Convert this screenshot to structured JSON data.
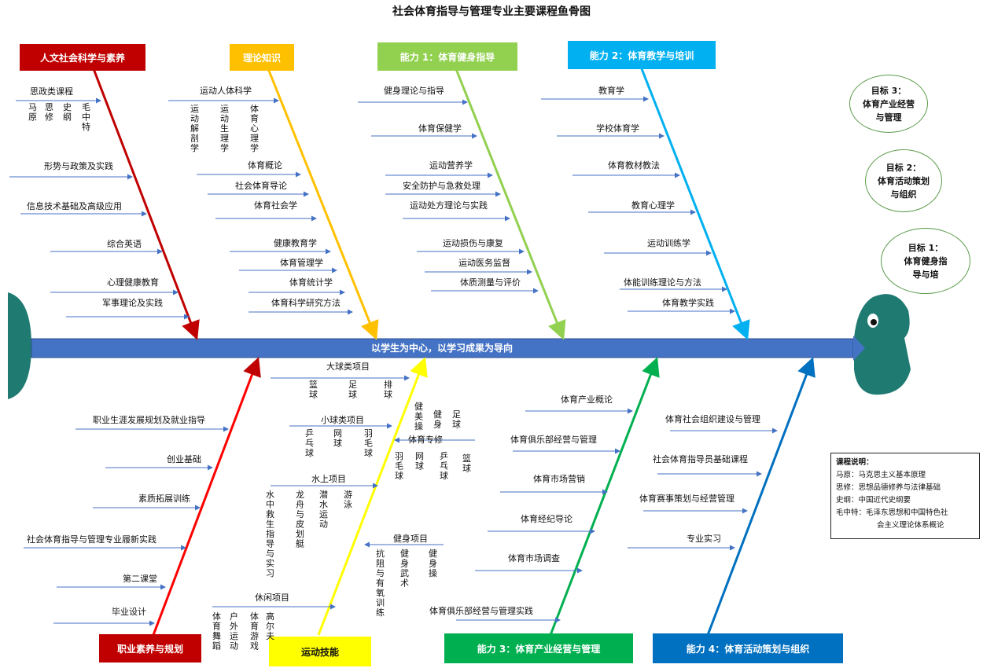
{
  "title": "社会体育指导与管理专业主要课程鱼骨图",
  "spine_label": "以学生为中心，以学习成果为导向",
  "top_boxes": [
    {
      "label": "人文社会科学与素养",
      "bg": "#c00000",
      "fg": "#ffffff"
    },
    {
      "label": "理论知识",
      "bg": "#ffc000",
      "fg": "#ffffff"
    },
    {
      "label": "能力 1：体育健身指导",
      "bg": "#92d050",
      "fg": "#ffffff"
    },
    {
      "label": "能力 2：体育教学与培训",
      "bg": "#00b0f0",
      "fg": "#ffffff"
    }
  ],
  "bottom_boxes": [
    {
      "label": "职业素养与规划",
      "bg": "#c00000",
      "fg": "#ffffff"
    },
    {
      "label": "运动技能",
      "bg": "#ffff00",
      "fg": "#111111"
    },
    {
      "label": "能力 3：体育产业经营与管理",
      "bg": "#00b050",
      "fg": "#ffffff"
    },
    {
      "label": "能力 4：体育活动策划与组织",
      "bg": "#0070c0",
      "fg": "#ffffff"
    }
  ],
  "bone1": {
    "items": [
      "思政类课程",
      "形势与政策及实践",
      "信息技术基础及高级应用",
      "综合英语",
      "心理健康教育",
      "军事理论及实践"
    ],
    "sub": [
      "马原",
      "思修",
      "史纲",
      "毛中特"
    ]
  },
  "bone2": {
    "items": [
      "运动人体科学",
      "体育概论",
      "社会体育导论",
      "体育社会学",
      "健康教育学",
      "体育管理学",
      "体育统计学",
      "体育科学研究方法"
    ],
    "sub": [
      "运动解剖学",
      "运动生理学",
      "体育心理学"
    ]
  },
  "bone3": {
    "items": [
      "健身理论与指导",
      "体育保健学",
      "运动营养学",
      "安全防护与急救处理",
      "运动处方理论与实践",
      "运动损伤与康复",
      "运动医务监督",
      "体质测量与评价"
    ]
  },
  "bone4": {
    "items": [
      "教育学",
      "学校体育学",
      "体育教材教法",
      "教育心理学",
      "运动训练学",
      "体能训练理论与方法",
      "体育教学实践"
    ]
  },
  "bone5": {
    "items": [
      "职业生涯发展规划及就业指导",
      "创业基础",
      "素质拓展训练",
      "社会体育指导与管理专业履新实践",
      "第二课堂",
      "毕业设计"
    ]
  },
  "bone6": {
    "groups": [
      {
        "label": "大球类项目",
        "sub": [
          "篮球",
          "足球",
          "排球"
        ]
      },
      {
        "label": "小球类项目",
        "sub": [
          "乒乓球",
          "网球",
          "羽毛球"
        ]
      },
      {
        "label": "水上项目",
        "sub": [
          "水中救生指导与实习",
          "龙舟与皮划艇",
          "潜水运动",
          "游泳"
        ]
      },
      {
        "label": "休闲项目",
        "sub": [
          "体育舞蹈",
          "户外运动",
          "体育游戏",
          "高尔夫"
        ]
      }
    ],
    "specialty": {
      "label": "体育专修",
      "top": [
        "健美操",
        "健身",
        "足球"
      ],
      "bottom": [
        "羽毛球",
        "网球",
        "乒乓球",
        "篮球"
      ]
    },
    "fitness": {
      "label": "健身项目",
      "sub": [
        "抗阻与有氧训练",
        "健身武术",
        "健身操"
      ]
    }
  },
  "bone7": {
    "items": [
      "体育产业概论",
      "体育俱乐部经营与管理",
      "体育市场营销",
      "体育经纪导论",
      "体育市场调查",
      "体育俱乐部经营与管理实践"
    ]
  },
  "bone8": {
    "items": [
      "体育社会组织建设与管理",
      "社会体育指导员基础课程",
      "体育赛事策划与经营管理",
      "专业实习"
    ]
  },
  "goals": [
    {
      "title": "目标 3：",
      "text": "体育产业经营与管理"
    },
    {
      "title": "目标 2：",
      "text": "体育活动策划与组织"
    },
    {
      "title": "目标 1：",
      "text": "体育健身指导与培"
    }
  ],
  "legend": {
    "heading": "课程说明：",
    "lines": [
      "马原：马克思主义基本原理",
      "思修：思想品德修养与法律基础",
      "史纲：中国近代史纲要",
      "毛中特：毛泽东思想和中国特色社",
      "会主义理论体系概论"
    ]
  },
  "colors": {
    "spine": "#4472c4",
    "spine_border": "#2f528f",
    "arrow": "#4472c4",
    "fish": "#1f7a72"
  }
}
